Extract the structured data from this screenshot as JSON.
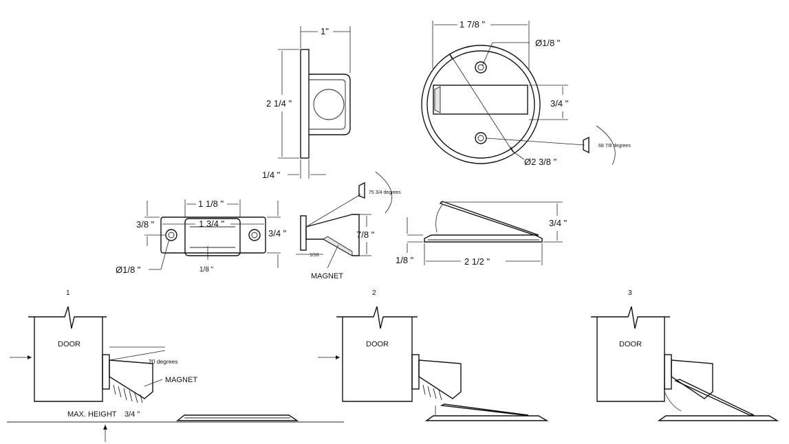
{
  "dims": {
    "side_width": "1\"",
    "side_height": "2 1/4 \"",
    "side_base": "1/4 \"",
    "top_width": "1 7/8 \"",
    "screw_dia_top": "Ø1/8 \"",
    "slot_height": "3/4 \"",
    "plate_dia": "Ø2 3/8 \"",
    "angle_top": "68 7/8   degrees",
    "plate_inner_width": "1 1/8 \"",
    "plate_outer_width": "1 3/4 \"",
    "plate_edge": "3/8 \"",
    "plate_height": "3/4 \"",
    "screw_dia_plate": "Ø1/8 \"",
    "plate_slot": "1/8 \"",
    "angle_side": "75 3/4    degrees",
    "side_small": "1/16",
    "magnet_height": "7/8  \"",
    "magnet_label": "MAGNET",
    "plate_rise": "3/4 \"",
    "plate_thick": "1/8 \"",
    "plate_length": "2 1/2  \""
  },
  "steps": {
    "n1": "1",
    "n2": "2",
    "n3": "3",
    "door1": "DOOR",
    "door2": "DOOR",
    "door3": "DOOR",
    "angle1": "20 degrees",
    "magnet1": "MAGNET",
    "maxh_label": "MAX. HEIGHT",
    "maxh_value": "3/4  \""
  }
}
